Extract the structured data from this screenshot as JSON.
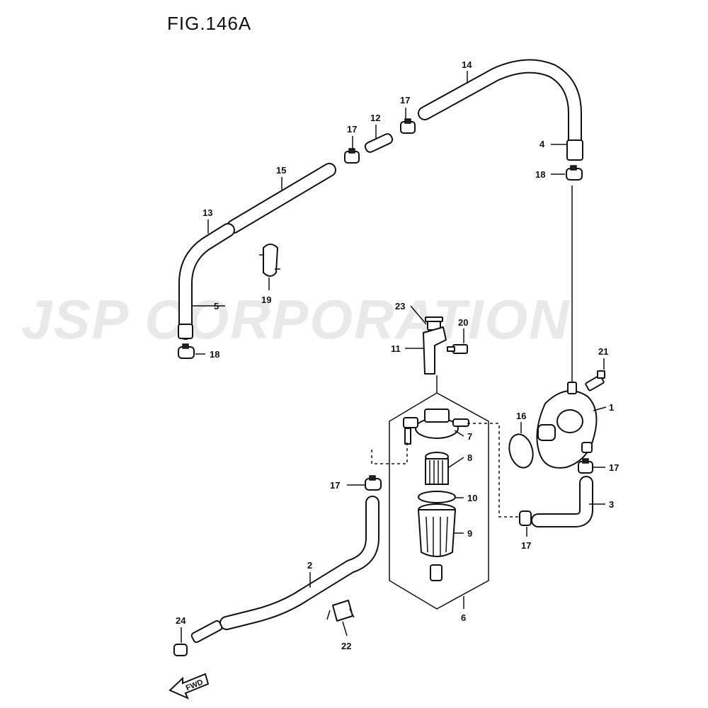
{
  "figure": {
    "title": "FIG.146A"
  },
  "watermark": "JSP CORPORATION",
  "callouts": {
    "p1": "1",
    "p2": "2",
    "p3": "3",
    "p4": "4",
    "p5": "5",
    "p6": "6",
    "p7": "7",
    "p8": "8",
    "p9": "9",
    "p10": "10",
    "p11": "11",
    "p12": "12",
    "p13": "13",
    "p14": "14",
    "p15": "15",
    "p16": "16",
    "p17a": "17",
    "p17b": "17",
    "p17c": "17",
    "p17d": "17",
    "p17e": "17",
    "p18a": "18",
    "p18b": "18",
    "p19": "19",
    "p20": "20",
    "p21": "21",
    "p22": "22",
    "p23": "23",
    "p24": "24"
  },
  "direction_marker": "FWD"
}
